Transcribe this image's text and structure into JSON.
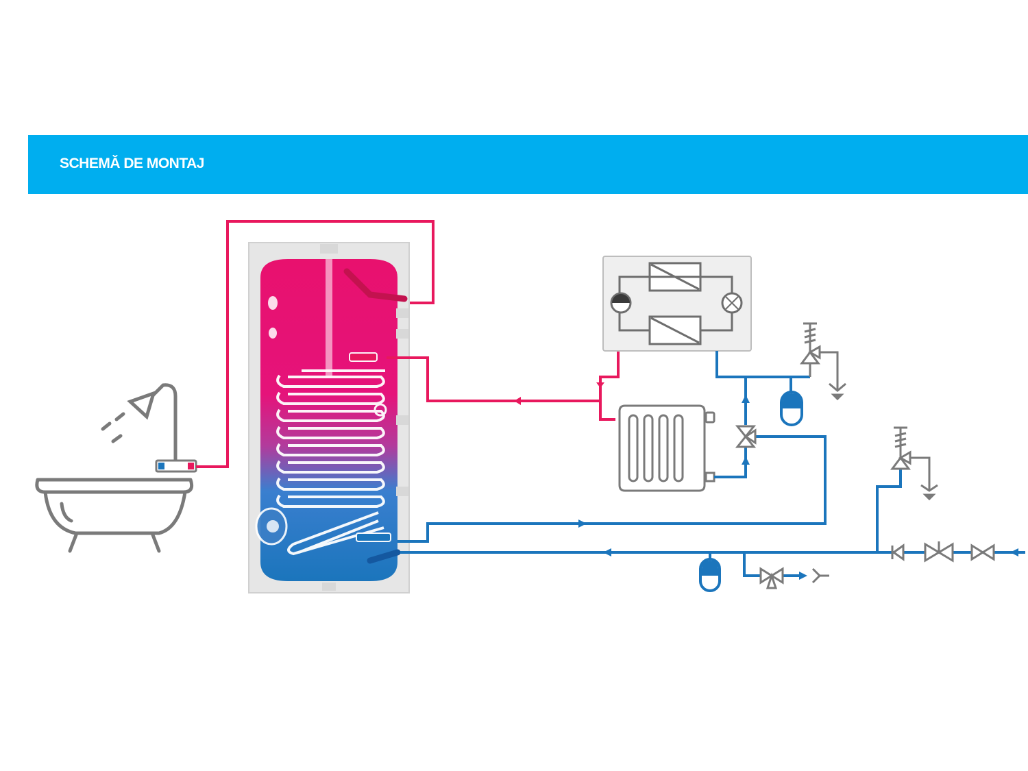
{
  "header": {
    "title": "SCHEMĂ DE MONTAJ"
  },
  "colors": {
    "banner": "#00aeef",
    "hot_pipe": "#e8185d",
    "cold_pipe": "#1b75bc",
    "outline": "#7a7a7a",
    "tank_casing": "#e6e6e6"
  },
  "components": [
    "bathtub-icon",
    "shower-head-icon",
    "mixer-tap-icon",
    "boiler-tank",
    "heat-exchanger-coil",
    "heat-pump-unit",
    "circulation-pump-icon",
    "expansion-vessel-icon",
    "radiator-icon",
    "three-way-valve-icon",
    "safety-valve-icon",
    "drain-funnel-icon",
    "check-valve-icon",
    "shutoff-valve-icon"
  ]
}
